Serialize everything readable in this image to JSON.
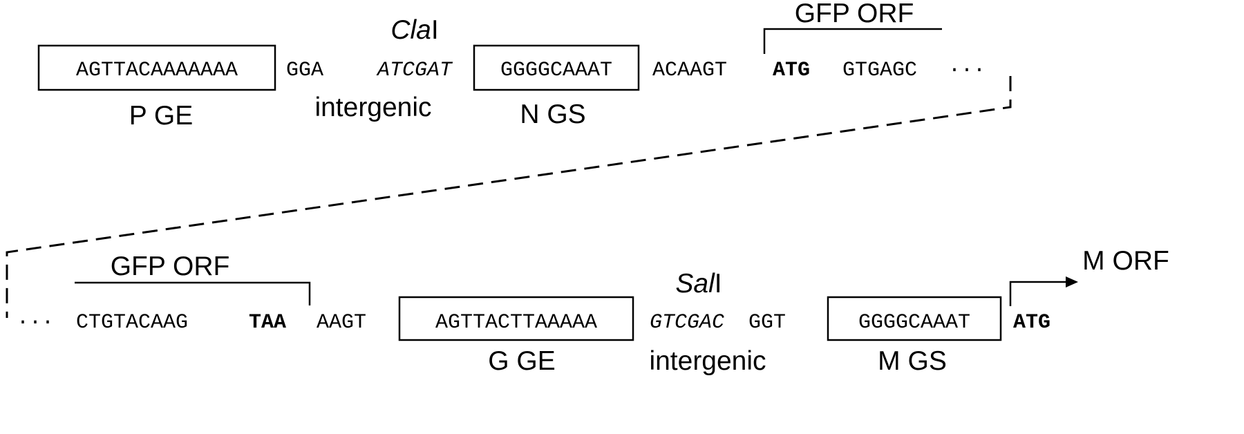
{
  "row1": {
    "p_ge_seq": "AGTTACAAAAAAA",
    "p_ge_label": "P GE",
    "gga": "GGA",
    "cla_site": "ATCGAT",
    "cla_enzyme_italic": "Cla",
    "cla_enzyme_roman": "I",
    "intergenic_label": "intergenic",
    "n_gs_seq": "GGGGCAAAT",
    "n_gs_label": "N GS",
    "acaagt": "ACAAGT",
    "atg": "ATG",
    "gtgagc": "GTGAGC",
    "ellipsis": "···",
    "gfp_orf_label": "GFP ORF"
  },
  "row2": {
    "ellipsis": "···",
    "ctgtacaag": "CTGTACAAG",
    "taa": "TAA",
    "aagt": "AAGT",
    "g_ge_seq": "AGTTACTTAAAAA",
    "g_ge_label": "G GE",
    "sal_site": "GTCGAC",
    "sal_enzyme_italic": "Sal",
    "sal_enzyme_roman": "I",
    "ggt": "GGT",
    "intergenic_label": "intergenic",
    "m_gs_seq": "GGGGCAAAT",
    "m_gs_label": "M GS",
    "atg": "ATG",
    "gfp_orf_label": "GFP ORF",
    "m_orf_label": "M ORF"
  }
}
